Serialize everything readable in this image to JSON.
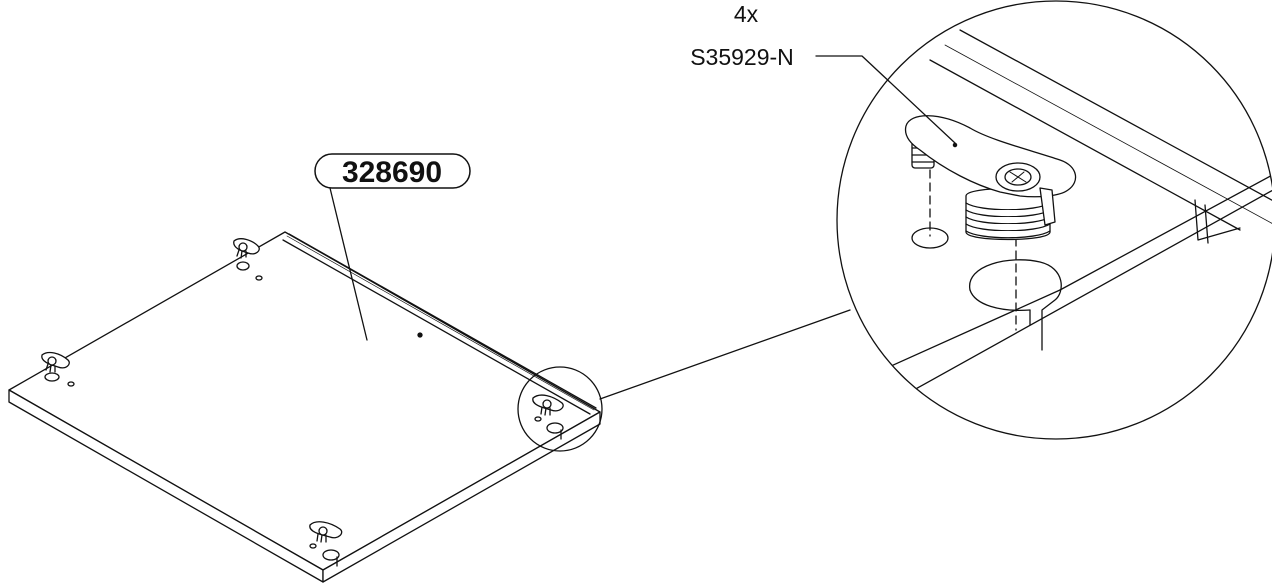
{
  "part_number": "328690",
  "callout": {
    "quantity": "4x",
    "hardware_code": "S35929-N"
  },
  "colors": {
    "line": "#111111",
    "fill": "#ffffff",
    "shade": "#e6e6e6"
  }
}
